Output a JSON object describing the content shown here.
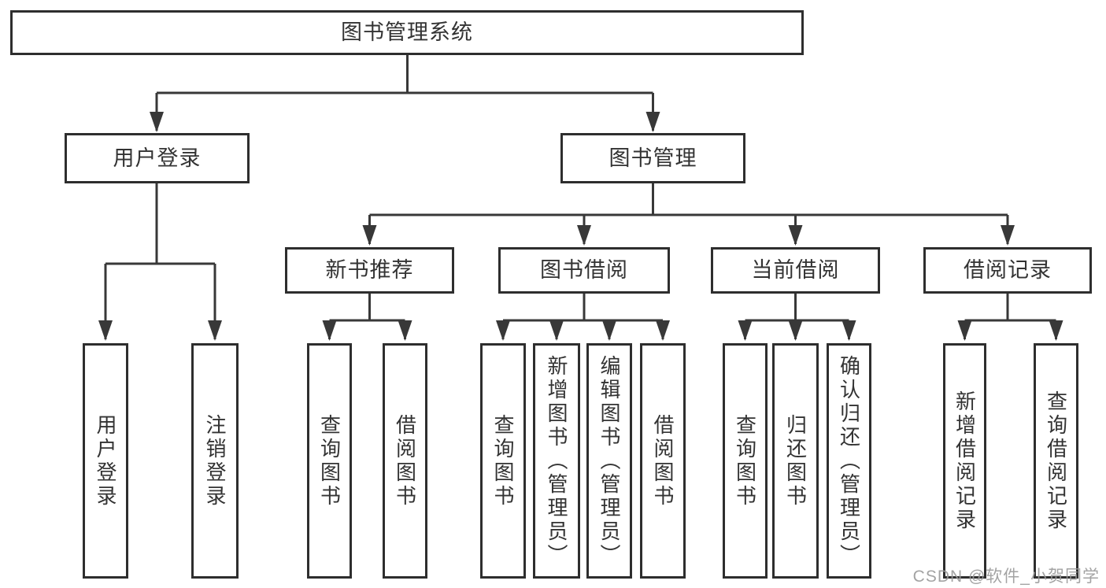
{
  "nodes": {
    "root": "图书管理系统",
    "user_login": "用户登录",
    "book_mgmt": "图书管理",
    "new_book_rec": "新书推荐",
    "book_borrow": "图书借阅",
    "current_borrow": "当前借阅",
    "borrow_records": "借阅记录",
    "login": "用户登录",
    "logout": "注销登录",
    "rec_query_books": "查询图书",
    "rec_borrow_books": "借阅图书",
    "bb_query_books": "查询图书",
    "bb_add_books": "新增图书（管理员）",
    "bb_edit_books": "编辑图书（管理员）",
    "bb_borrow_books": "借阅图书",
    "cur_query_books": "查询图书",
    "cur_return_books": "归还图书",
    "cur_confirm_return": "确认归还（管理员）",
    "rd_add_record": "新增借阅记录",
    "rd_query_record": "查询借阅记录"
  },
  "watermark": "CSDN @软件_小贺同学",
  "colors": {
    "line": "#383838",
    "box_border": "#2e2e2e",
    "text": "#333333",
    "watermark": "#9a9a9a",
    "background": "#ffffff"
  }
}
